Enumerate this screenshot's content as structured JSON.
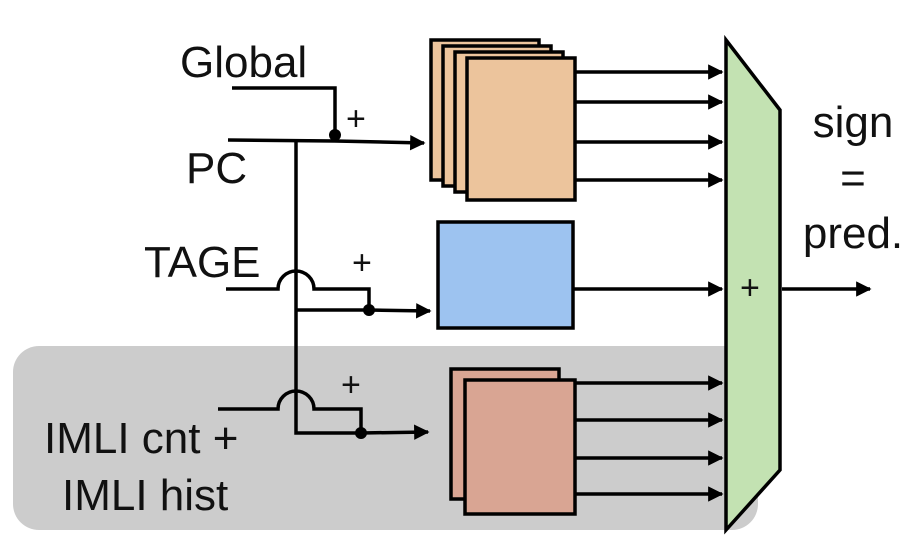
{
  "labels": {
    "global": "Global",
    "pc": "PC",
    "tage": "TAGE",
    "imli_line1": "IMLI cnt +",
    "imli_line2": "IMLI hist",
    "sign": "sign",
    "equals": "=",
    "pred": "pred.",
    "plus_global": "+",
    "plus_tage": "+",
    "plus_imli": "+",
    "plus_adder": "+"
  },
  "colors": {
    "global_tables": "#ECC49C",
    "tage_table": "#9DC3F0",
    "imli_tables": "#D9A593",
    "adder": "#C3E2B2",
    "imli_region": "#CCCCCC"
  }
}
